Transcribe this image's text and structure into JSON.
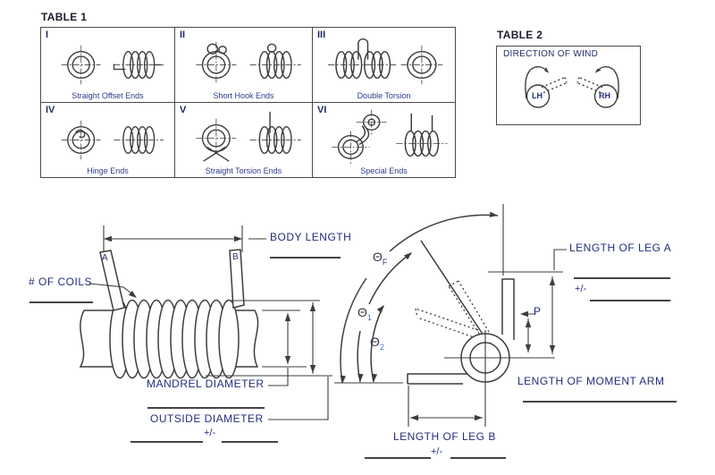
{
  "table1": {
    "title": "TABLE 1",
    "cells": [
      {
        "numeral": "I",
        "caption": "Straight Offset Ends"
      },
      {
        "numeral": "II",
        "caption": "Short Hook Ends"
      },
      {
        "numeral": "III",
        "caption": "Double Torsion"
      },
      {
        "numeral": "IV",
        "caption": "Hinge Ends"
      },
      {
        "numeral": "V",
        "caption": "Straight Torsion Ends"
      },
      {
        "numeral": "VI",
        "caption": "Special Ends"
      }
    ]
  },
  "table2": {
    "title": "TABLE 2",
    "heading": "DIRECTION OF WIND",
    "left_label": "LH",
    "right_label": "RH"
  },
  "diagram": {
    "body_length": "BODY LENGTH",
    "num_coils": "# OF COILS",
    "mandrel_diameter": "MANDREL DIAMETER",
    "outside_diameter": "OUTSIDE DIAMETER",
    "plus_minus": "+/-",
    "length_of_leg_a": "LENGTH OF LEG A",
    "length_of_leg_b": "LENGTH OF LEG B",
    "length_of_moment_arm": "LENGTH OF MOMENT ARM",
    "p_label": "P",
    "leg_a_letter": "A",
    "leg_b_letter": "B",
    "theta": "Θ",
    "theta_f_sub": "F",
    "theta_1_sub": "1",
    "theta_2_sub": "2"
  },
  "colors": {
    "label_navy": "#232d7a",
    "line": "#3d3d3d",
    "accent_blue": "#4a6fd4"
  }
}
